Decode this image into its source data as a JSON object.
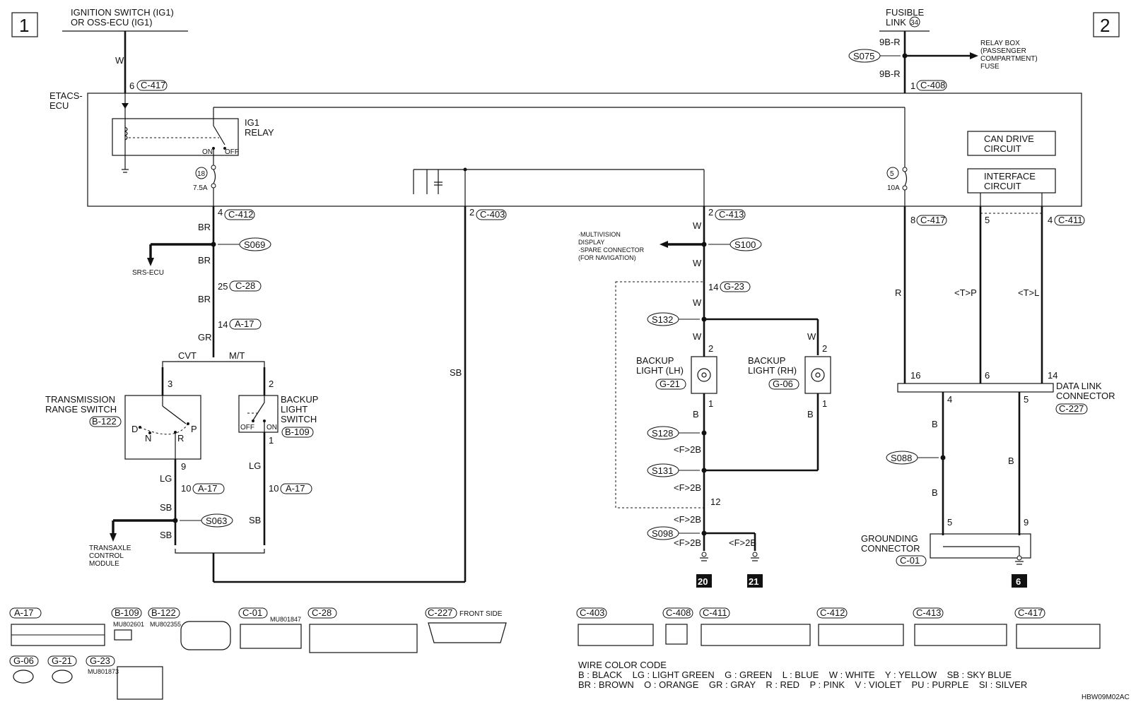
{
  "page_numbers": {
    "left": "1",
    "right": "2"
  },
  "power": {
    "ignition": "IGNITION SWITCH (IG1)",
    "ignition2": "OR OSS-ECU (IG1)",
    "fusible": "FUSIBLE",
    "fusible2": "LINK",
    "fusible_num": "34",
    "relay_box": "RELAY BOX",
    "relay_box2": "(PASSENGER",
    "relay_box3": "COMPARTMENT)",
    "relay_box4": "FUSE"
  },
  "ecu": {
    "name": "ETACS-",
    "name2": "ECU",
    "relay": "IG1",
    "relay2": "RELAY",
    "on": "ON",
    "off": "OFF",
    "fuse18": "18",
    "fuse18_amp": "7.5A",
    "fuse5": "5",
    "fuse5_amp": "10A",
    "can": "CAN DRIVE",
    "can2": "CIRCUIT",
    "iface": "INTERFACE",
    "iface2": "CIRCUIT"
  },
  "pins": {
    "p6": "6",
    "c417": "C-417",
    "p1": "1",
    "c408": "C-408",
    "p4": "4",
    "c412": "C-412",
    "p2a": "2",
    "c403": "C-403",
    "p2b": "2",
    "c413": "C-413",
    "p8": "8",
    "c417b": "C-417",
    "p5": "5",
    "p4b": "4",
    "c411": "C-411",
    "p25": "25",
    "c28": "C-28",
    "p14": "14",
    "a17": "A-17",
    "p14b": "14",
    "g23": "G-23",
    "p3": "3",
    "p2c": "2",
    "p9": "9",
    "p1b": "1",
    "p10": "10",
    "a17b": "A-17",
    "p10b": "10",
    "a17c": "A-17",
    "p2d": "2",
    "p1c": "1",
    "p2e": "2",
    "p1d": "1",
    "p12": "12",
    "p16": "16",
    "p6b": "6",
    "p14c": "14",
    "p4c": "4",
    "p5b": "5",
    "p5c": "5",
    "p9b": "9"
  },
  "wires": {
    "w_top": "W",
    "r9br1": "9B-R",
    "r9br2": "9B-R",
    "br1": "BR",
    "br2": "BR",
    "br3": "BR",
    "gr": "GR",
    "sb_long": "SB",
    "lg1": "LG",
    "lg2": "LG",
    "sb1": "SB",
    "sb2": "SB",
    "sb3": "SB",
    "w1": "W",
    "w2": "W",
    "w3": "W",
    "w4": "W",
    "w5": "W",
    "b1": "B",
    "b2": "B",
    "f2b1": "<F>2B",
    "f2b2": "<F>2B",
    "f2b3": "<F>2B",
    "f2b4": "<F>2B",
    "f2b5": "<F>2B",
    "r": "R",
    "tp": "<T>P",
    "tl": "<T>L",
    "b3": "B",
    "b4": "B",
    "b5": "B"
  },
  "splices": {
    "s075": "S075",
    "s069": "S069",
    "s063": "S063",
    "s100": "S100",
    "s132": "S132",
    "s128": "S128",
    "s131": "S131",
    "s098": "S098",
    "s088": "S088"
  },
  "components": {
    "srs": "SRS-ECU",
    "cvt": "CVT",
    "mt": "M/T",
    "trs": "TRANSMISSION",
    "trs2": "RANGE SWITCH",
    "trs_conn": "B-122",
    "d": "D",
    "n": "N",
    "r": "R",
    "p": "P",
    "bls": "BACKUP",
    "bls2": "LIGHT",
    "bls3": "SWITCH",
    "bls_conn": "B-109",
    "bls_off": "OFF",
    "bls_on": "ON",
    "tcm": "TRANSAXLE",
    "tcm2": "CONTROL",
    "tcm3": "MODULE",
    "mvd": "·MULTIVISION",
    "mvd2": "DISPLAY",
    "mvd3": "·SPARE CONNECTOR",
    "mvd4": "(FOR NAVIGATION)",
    "blh": "BACKUP",
    "blh2": "LIGHT (LH)",
    "blh_conn": "G-21",
    "brh": "BACKUP",
    "brh2": "LIGHT (RH)",
    "brh_conn": "G-06",
    "dlc": "DATA LINK",
    "dlc2": "CONNECTOR",
    "dlc_conn": "C-227",
    "gc": "GROUNDING",
    "gc2": "CONNECTOR",
    "gc_conn": "C-01",
    "g20": "20",
    "g21": "21",
    "g6": "6"
  },
  "connectors": {
    "a17": "A-17",
    "b109": "B-109",
    "b109_part": "MU802601",
    "b122": "B-122",
    "b122_part": "MU802355",
    "c01": "C-01",
    "c01_part": "MU801847",
    "c28": "C-28",
    "c227": "C-227",
    "c227_note": "FRONT SIDE",
    "g06": "G-06",
    "g21": "G-21",
    "g23": "G-23",
    "g23_part": "MU801873",
    "c403": "C-403",
    "c408": "C-408",
    "c411": "C-411",
    "c412": "C-412",
    "c413": "C-413",
    "c417": "C-417"
  },
  "legend": {
    "title": "WIRE COLOR CODE",
    "row1": "B : BLACK    LG : LIGHT GREEN    G : GREEN    L : BLUE    W : WHITE    Y : YELLOW    SB : SKY BLUE",
    "row2": "BR : BROWN    O : ORANGE    GR : GRAY    R : RED    P : PINK    V : VIOLET    PU : PURPLE    SI : SILVER"
  },
  "code": "HBW09M02AC"
}
